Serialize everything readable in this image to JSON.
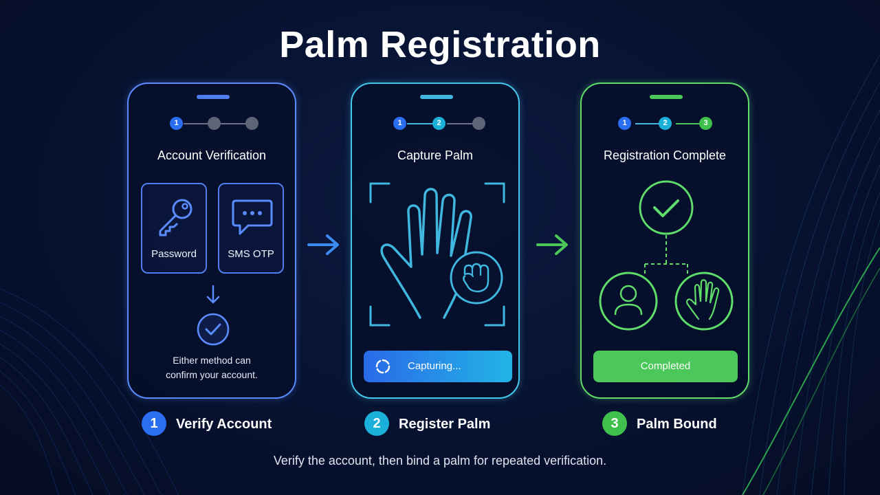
{
  "title": "Palm Registration",
  "colors": {
    "blue": "#2b6ef2",
    "cyan": "#1ab0d8",
    "green": "#3fbf4c",
    "grey": "#5c6478"
  },
  "screens": [
    {
      "stepper": [
        "1",
        "",
        ""
      ],
      "title": "Account Verification",
      "methods": [
        {
          "label": "Password",
          "icon": "key-icon"
        },
        {
          "label": "SMS OTP",
          "icon": "chat-bubble-icon"
        }
      ],
      "note_line1": "Either method can",
      "note_line2": "confirm your account."
    },
    {
      "stepper": [
        "1",
        "2",
        ""
      ],
      "title": "Capture Palm",
      "status": "Capturing...",
      "icons": [
        "hand-outline-icon",
        "fist-icon",
        "spinner-icon"
      ]
    },
    {
      "stepper": [
        "1",
        "2",
        "3"
      ],
      "title": "Registration Complete",
      "status": "Completed",
      "icons": [
        "check-circle-icon",
        "user-icon",
        "palm-icon"
      ]
    }
  ],
  "steps": [
    {
      "number": "1",
      "label": "Verify Account"
    },
    {
      "number": "2",
      "label": "Register Palm"
    },
    {
      "number": "3",
      "label": "Palm Bound"
    }
  ],
  "footer": "Verify the account, then bind a palm for repeated verification."
}
